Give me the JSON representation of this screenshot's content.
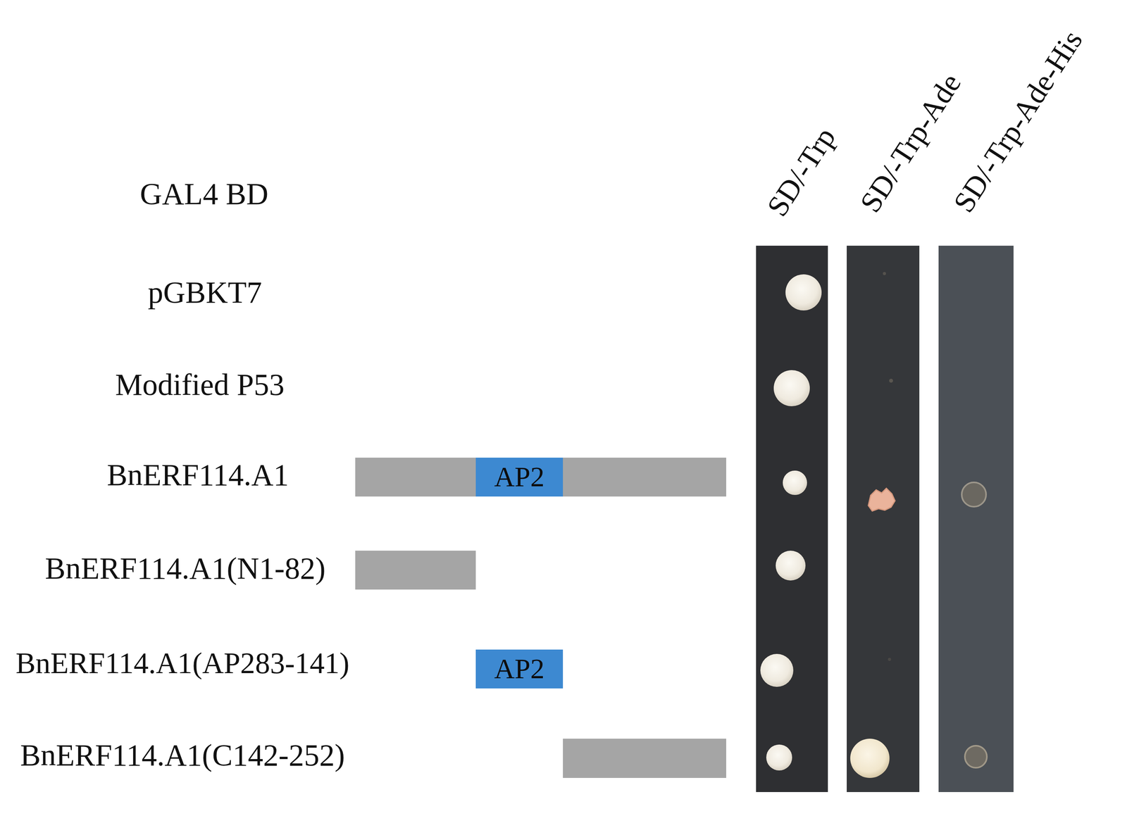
{
  "diagram": {
    "nodes": [
      {
        "text": [
          "AP2"
        ]
      },
      {
        "text": [
          "AP2"
        ]
      }
    ],
    "labels": [
      "SD/-Trp",
      "SD/-Trp-Ade",
      "SD/-Trp-Ade-His",
      "GAL4 BD",
      "pGBKT7",
      "Modified P53",
      "BnERF114.A1",
      "BnERF114.A1(N1-82)",
      "BnERF114.A1(AP283-141)",
      "BnERF114.A1(C142-252)"
    ]
  }
}
